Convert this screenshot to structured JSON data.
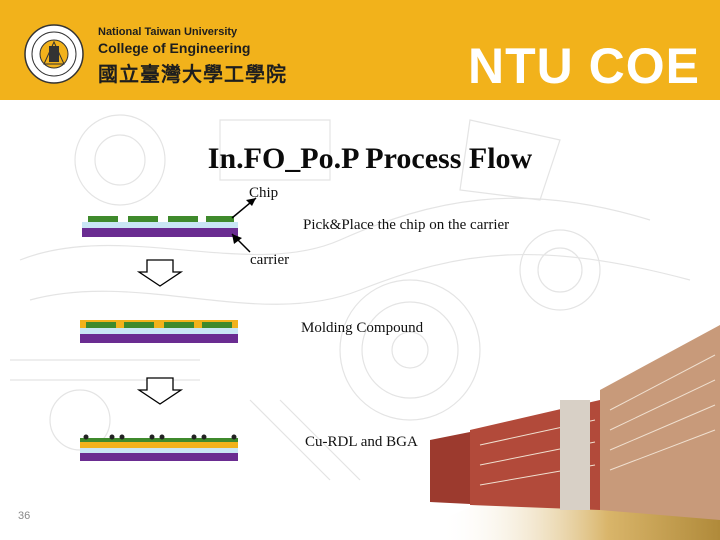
{
  "header": {
    "university_en": "National Taiwan University",
    "college_en": "College of Engineering",
    "university_zh": "國立臺灣大學工學院",
    "brand": "NTU COE"
  },
  "slide": {
    "title": "In.FO_Po.P Process Flow",
    "label_chip": "Chip",
    "label_step1": "Pick&Place the chip on the carrier",
    "label_carrier": "carrier",
    "label_step2": "Molding Compound",
    "label_step3": "Cu-RDL and BGA",
    "slide_number": "36"
  },
  "colors": {
    "header_bg": "#f2b21b",
    "carrier": "#6a2c91",
    "glass_layer": "#c9e6f5",
    "chip": "#3f8a2c",
    "chip_dots": "#2b6b1e",
    "mold": "#f2b21b",
    "bga_ball": "#222222"
  }
}
